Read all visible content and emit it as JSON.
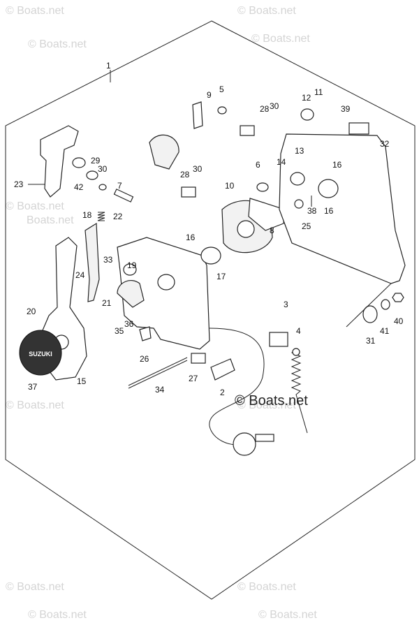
{
  "watermark": {
    "text": "Boats.net",
    "symbol": "©"
  },
  "center_watermark": "Boats.net",
  "callouts": [
    "1",
    "2",
    "3",
    "4",
    "5",
    "6",
    "7",
    "8",
    "9",
    "10",
    "11",
    "12",
    "13",
    "14",
    "15",
    "16",
    "16",
    "16",
    "17",
    "18",
    "19",
    "20",
    "21",
    "22",
    "23",
    "24",
    "25",
    "26",
    "27",
    "28",
    "28",
    "29",
    "30",
    "30",
    "30",
    "31",
    "32",
    "33",
    "34",
    "35",
    "36",
    "37",
    "38",
    "39",
    "40",
    "41",
    "42"
  ],
  "emblem_text": "SUZUKI"
}
